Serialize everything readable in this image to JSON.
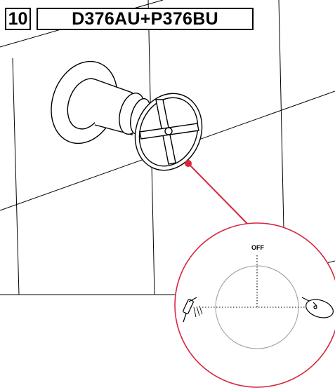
{
  "header": {
    "step_number": "10",
    "model_code": "D376AU+P376BU"
  },
  "detail": {
    "off_label": "OFF"
  },
  "colors": {
    "callout": "#d7263d",
    "line": "#000000",
    "guide_circle": "#9a9a9a"
  },
  "icons": {
    "left": "hand-shower-icon",
    "right": "overhead-shower-icon"
  }
}
